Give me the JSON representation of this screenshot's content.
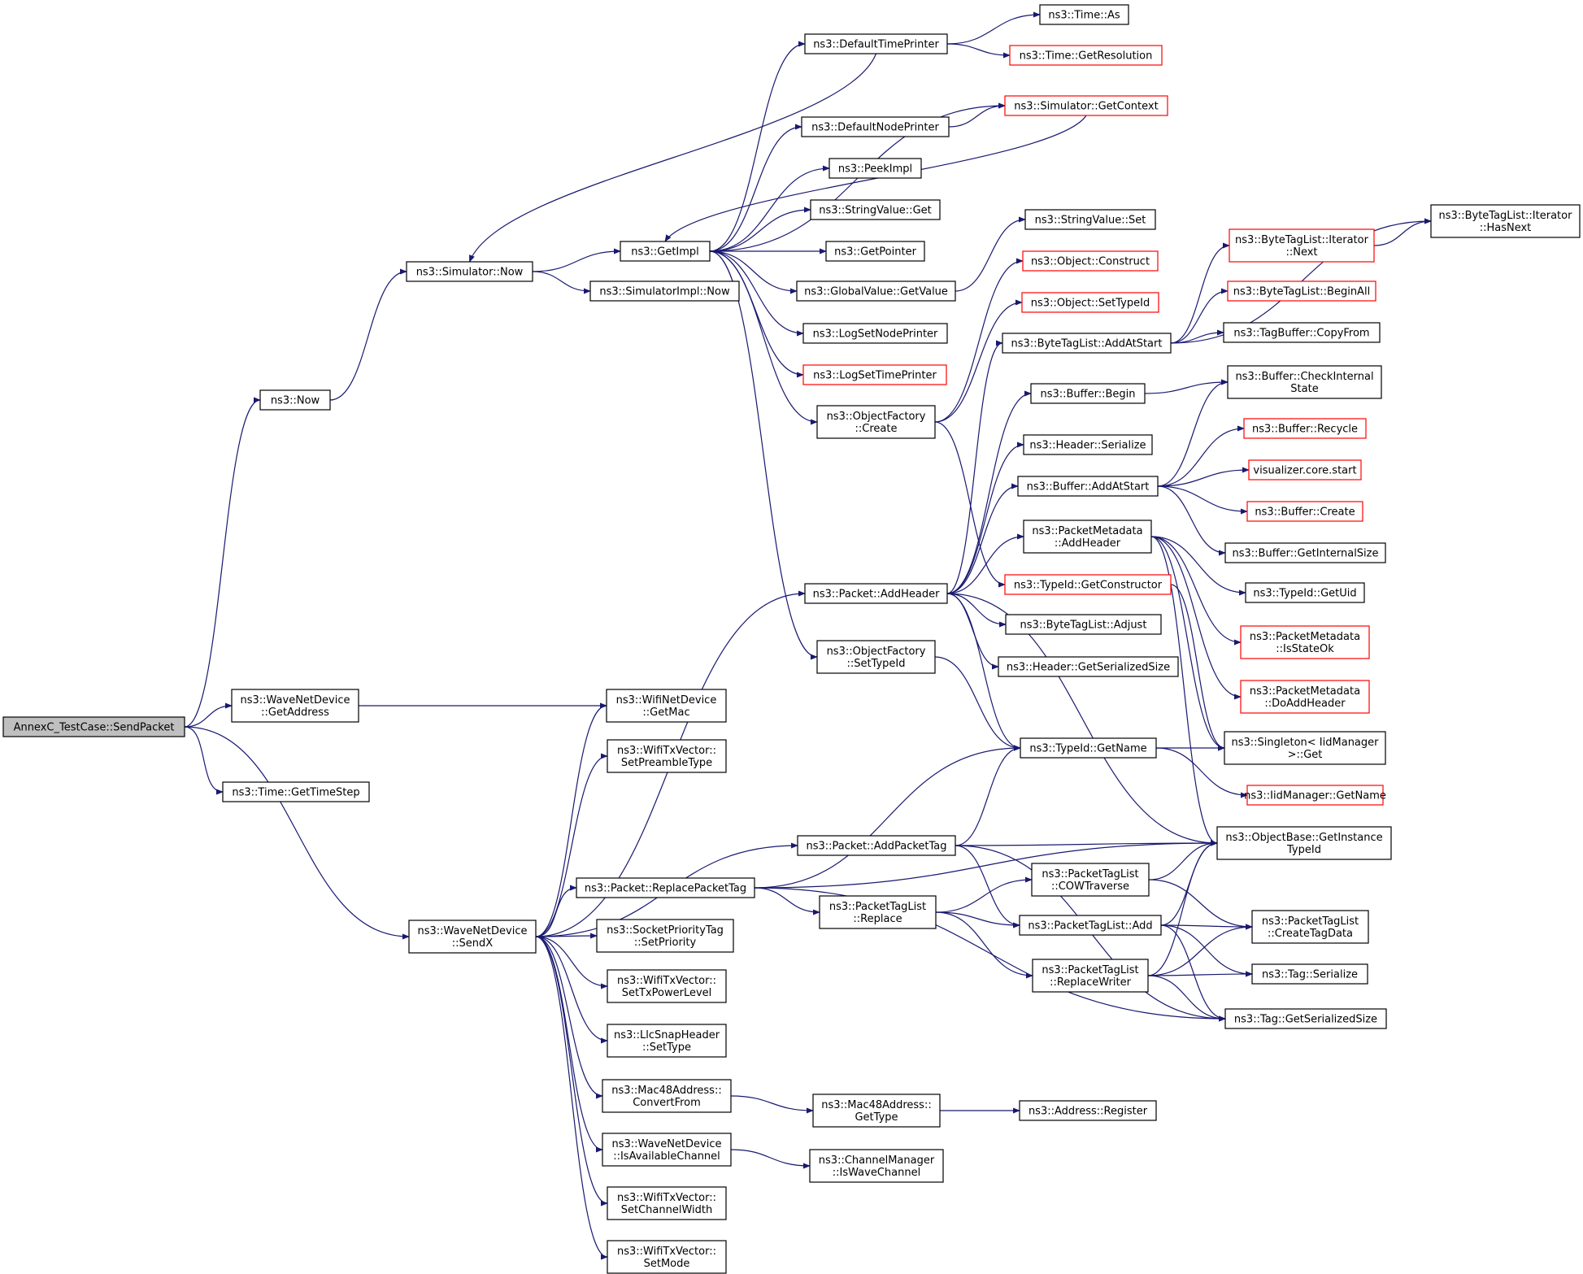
{
  "diagram": {
    "type": "call-graph",
    "colors": {
      "edge": "#191970",
      "border": "#000000",
      "truncated_border": "#ff0000",
      "root_fill": "#bfbfbf"
    },
    "nodes": [
      {
        "id": "root",
        "lines": [
          "AnnexC_TestCase::SendPacket"
        ],
        "style": "root"
      },
      {
        "id": "now",
        "lines": [
          "ns3::Now"
        ]
      },
      {
        "id": "simnow",
        "lines": [
          "ns3::Simulator::Now"
        ]
      },
      {
        "id": "getimpl",
        "lines": [
          "ns3::GetImpl"
        ]
      },
      {
        "id": "simimplnow",
        "lines": [
          "ns3::SimulatorImpl::Now"
        ]
      },
      {
        "id": "deftp",
        "lines": [
          "ns3::DefaultTimePrinter"
        ]
      },
      {
        "id": "timeas",
        "lines": [
          "ns3::Time::As"
        ]
      },
      {
        "id": "timegetres",
        "lines": [
          "ns3::Time::GetResolution"
        ],
        "style": "red"
      },
      {
        "id": "simgetctx",
        "lines": [
          "ns3::Simulator::GetContext"
        ],
        "style": "red"
      },
      {
        "id": "defnp",
        "lines": [
          "ns3::DefaultNodePrinter"
        ]
      },
      {
        "id": "peekimpl",
        "lines": [
          "ns3::PeekImpl"
        ]
      },
      {
        "id": "strvalget",
        "lines": [
          "ns3::StringValue::Get"
        ]
      },
      {
        "id": "getpointer",
        "lines": [
          "ns3::GetPointer"
        ]
      },
      {
        "id": "gvgetvalue",
        "lines": [
          "ns3::GlobalValue::GetValue"
        ]
      },
      {
        "id": "strvalset",
        "lines": [
          "ns3::StringValue::Set"
        ]
      },
      {
        "id": "logsetnp",
        "lines": [
          "ns3::LogSetNodePrinter"
        ]
      },
      {
        "id": "logsettp",
        "lines": [
          "ns3::LogSetTimePrinter"
        ],
        "style": "red"
      },
      {
        "id": "ofcreate",
        "lines": [
          "ns3::ObjectFactory",
          "::Create"
        ]
      },
      {
        "id": "objconstruct",
        "lines": [
          "ns3::Object::Construct"
        ],
        "style": "red"
      },
      {
        "id": "objsettypeid",
        "lines": [
          "ns3::Object::SetTypeId"
        ],
        "style": "red"
      },
      {
        "id": "btladdatstart",
        "lines": [
          "ns3::ByteTagList::AddAtStart"
        ]
      },
      {
        "id": "btlitnext",
        "lines": [
          "ns3::ByteTagList::Iterator",
          "::Next"
        ],
        "style": "red"
      },
      {
        "id": "btlithasnext",
        "lines": [
          "ns3::ByteTagList::Iterator",
          "::HasNext"
        ]
      },
      {
        "id": "btlbeginall",
        "lines": [
          "ns3::ByteTagList::BeginAll"
        ],
        "style": "red"
      },
      {
        "id": "tagbufcopy",
        "lines": [
          "ns3::TagBuffer::CopyFrom"
        ]
      },
      {
        "id": "bufbegin",
        "lines": [
          "ns3::Buffer::Begin"
        ]
      },
      {
        "id": "bufcheck",
        "lines": [
          "ns3::Buffer::CheckInternal",
          "State"
        ]
      },
      {
        "id": "hdrserialize",
        "lines": [
          "ns3::Header::Serialize"
        ]
      },
      {
        "id": "bufrecycle",
        "lines": [
          "ns3::Buffer::Recycle"
        ],
        "style": "red"
      },
      {
        "id": "bufaddatstart",
        "lines": [
          "ns3::Buffer::AddAtStart"
        ]
      },
      {
        "id": "vizstart",
        "lines": [
          "visualizer.core.start"
        ],
        "style": "red"
      },
      {
        "id": "bufcreate",
        "lines": [
          "ns3::Buffer::Create"
        ],
        "style": "red"
      },
      {
        "id": "pmaddheader",
        "lines": [
          "ns3::PacketMetadata",
          "::AddHeader"
        ]
      },
      {
        "id": "bufgetinternal",
        "lines": [
          "ns3::Buffer::GetInternalSize"
        ]
      },
      {
        "id": "tidgetctor",
        "lines": [
          "ns3::TypeId::GetConstructor"
        ],
        "style": "red"
      },
      {
        "id": "tidgetuid",
        "lines": [
          "ns3::TypeId::GetUid"
        ]
      },
      {
        "id": "pktaddheader",
        "lines": [
          "ns3::Packet::AddHeader"
        ]
      },
      {
        "id": "btladjust",
        "lines": [
          "ns3::ByteTagList::Adjust"
        ]
      },
      {
        "id": "pmisstateok",
        "lines": [
          "ns3::PacketMetadata",
          "::IsStateOk"
        ],
        "style": "red"
      },
      {
        "id": "hdrgetsersize",
        "lines": [
          "ns3::Header::GetSerializedSize"
        ]
      },
      {
        "id": "ofsettypeid",
        "lines": [
          "ns3::ObjectFactory",
          "::SetTypeId"
        ]
      },
      {
        "id": "pmdoaddheader",
        "lines": [
          "ns3::PacketMetadata",
          "::DoAddHeader"
        ],
        "style": "red"
      },
      {
        "id": "wndgetaddr",
        "lines": [
          "ns3::WaveNetDevice",
          "::GetAddress"
        ]
      },
      {
        "id": "wifigetmac",
        "lines": [
          "ns3::WifiNetDevice",
          "::GetMac"
        ]
      },
      {
        "id": "tidgetname",
        "lines": [
          "ns3::TypeId::GetName"
        ]
      },
      {
        "id": "singletonget",
        "lines": [
          "ns3::Singleton< IidManager",
          ">::Get"
        ]
      },
      {
        "id": "wifisetpreamble",
        "lines": [
          "ns3::WifiTxVector::",
          "SetPreambleType"
        ]
      },
      {
        "id": "timegetstep",
        "lines": [
          "ns3::Time::GetTimeStep"
        ]
      },
      {
        "id": "iidgetname",
        "lines": [
          "ns3::IidManager::GetName"
        ],
        "style": "red"
      },
      {
        "id": "pktaddpkttag",
        "lines": [
          "ns3::Packet::AddPacketTag"
        ]
      },
      {
        "id": "objbasegetinst",
        "lines": [
          "ns3::ObjectBase::GetInstance",
          "TypeId"
        ]
      },
      {
        "id": "ptlcow",
        "lines": [
          "ns3::PacketTagList",
          "::COWTraverse"
        ]
      },
      {
        "id": "pktreplacepkttag",
        "lines": [
          "ns3::Packet::ReplacePacketTag"
        ]
      },
      {
        "id": "ptlreplace",
        "lines": [
          "ns3::PacketTagList",
          "::Replace"
        ]
      },
      {
        "id": "wndsendx",
        "lines": [
          "ns3::WaveNetDevice",
          "::SendX"
        ]
      },
      {
        "id": "sockprioset",
        "lines": [
          "ns3::SocketPriorityTag",
          "::SetPriority"
        ]
      },
      {
        "id": "ptladd",
        "lines": [
          "ns3::PacketTagList::Add"
        ]
      },
      {
        "id": "ptlcreatetag",
        "lines": [
          "ns3::PacketTagList",
          "::CreateTagData"
        ]
      },
      {
        "id": "ptlrepwriter",
        "lines": [
          "ns3::PacketTagList",
          "::ReplaceWriter"
        ]
      },
      {
        "id": "tagserialize",
        "lines": [
          "ns3::Tag::Serialize"
        ]
      },
      {
        "id": "wifisettxpower",
        "lines": [
          "ns3::WifiTxVector::",
          "SetTxPowerLevel"
        ]
      },
      {
        "id": "taggetsersize",
        "lines": [
          "ns3::Tag::GetSerializedSize"
        ]
      },
      {
        "id": "llcsettype",
        "lines": [
          "ns3::LlcSnapHeader",
          "::SetType"
        ]
      },
      {
        "id": "macconvert",
        "lines": [
          "ns3::Mac48Address::",
          "ConvertFrom"
        ]
      },
      {
        "id": "macgettype",
        "lines": [
          "ns3::Mac48Address::",
          "GetType"
        ]
      },
      {
        "id": "addrregister",
        "lines": [
          "ns3::Address::Register"
        ]
      },
      {
        "id": "wndisavail",
        "lines": [
          "ns3::WaveNetDevice",
          "::IsAvailableChannel"
        ]
      },
      {
        "id": "chmgriswave",
        "lines": [
          "ns3::ChannelManager",
          "::IsWaveChannel"
        ]
      },
      {
        "id": "wifisetwidth",
        "lines": [
          "ns3::WifiTxVector::",
          "SetChannelWidth"
        ]
      },
      {
        "id": "wifisetmode",
        "lines": [
          "ns3::WifiTxVector::",
          "SetMode"
        ]
      }
    ],
    "edges": [
      [
        "root",
        "now"
      ],
      [
        "root",
        "wndgetaddr"
      ],
      [
        "root",
        "timegetstep"
      ],
      [
        "root",
        "wndsendx"
      ],
      [
        "now",
        "simnow"
      ],
      [
        "simnow",
        "getimpl"
      ],
      [
        "simnow",
        "simimplnow"
      ],
      [
        "getimpl",
        "deftp"
      ],
      [
        "getimpl",
        "simgetctx"
      ],
      [
        "getimpl",
        "defnp"
      ],
      [
        "getimpl",
        "peekimpl"
      ],
      [
        "getimpl",
        "strvalget"
      ],
      [
        "getimpl",
        "getpointer"
      ],
      [
        "getimpl",
        "gvgetvalue"
      ],
      [
        "getimpl",
        "logsetnp"
      ],
      [
        "getimpl",
        "logsettp"
      ],
      [
        "getimpl",
        "ofcreate"
      ],
      [
        "getimpl",
        "ofsettypeid"
      ],
      [
        "deftp",
        "timeas"
      ],
      [
        "deftp",
        "timegetres"
      ],
      [
        "deftp",
        "simnow"
      ],
      [
        "simgetctx",
        "getimpl"
      ],
      [
        "defnp",
        "simgetctx"
      ],
      [
        "gvgetvalue",
        "strvalset"
      ],
      [
        "ofcreate",
        "objconstruct"
      ],
      [
        "ofcreate",
        "objsettypeid"
      ],
      [
        "ofcreate",
        "tidgetctor"
      ],
      [
        "ofsettypeid",
        "tidgetname"
      ],
      [
        "btladdatstart",
        "btlitnext"
      ],
      [
        "btladdatstart",
        "btlithasnext"
      ],
      [
        "btladdatstart",
        "btlbeginall"
      ],
      [
        "btladdatstart",
        "tagbufcopy"
      ],
      [
        "btlitnext",
        "btlithasnext"
      ],
      [
        "bufbegin",
        "bufcheck"
      ],
      [
        "bufaddatstart",
        "bufcheck"
      ],
      [
        "bufaddatstart",
        "bufrecycle"
      ],
      [
        "bufaddatstart",
        "vizstart"
      ],
      [
        "bufaddatstart",
        "bufcreate"
      ],
      [
        "bufaddatstart",
        "bufgetinternal"
      ],
      [
        "pmaddheader",
        "tidgetuid"
      ],
      [
        "pmaddheader",
        "pmisstateok"
      ],
      [
        "pmaddheader",
        "pmdoaddheader"
      ],
      [
        "pmaddheader",
        "singletonget"
      ],
      [
        "pmaddheader",
        "objbasegetinst"
      ],
      [
        "tidgetctor",
        "singletonget"
      ],
      [
        "pktaddheader",
        "btladdatstart"
      ],
      [
        "pktaddheader",
        "bufbegin"
      ],
      [
        "pktaddheader",
        "hdrserialize"
      ],
      [
        "pktaddheader",
        "bufaddatstart"
      ],
      [
        "pktaddheader",
        "pmaddheader"
      ],
      [
        "pktaddheader",
        "btladjust"
      ],
      [
        "pktaddheader",
        "hdrgetsersize"
      ],
      [
        "pktaddheader",
        "tidgetname"
      ],
      [
        "pktaddheader",
        "objbasegetinst"
      ],
      [
        "wndgetaddr",
        "wifigetmac"
      ],
      [
        "tidgetname",
        "singletonget"
      ],
      [
        "tidgetname",
        "iidgetname"
      ],
      [
        "pktaddpkttag",
        "tidgetname"
      ],
      [
        "pktaddpkttag",
        "objbasegetinst"
      ],
      [
        "pktaddpkttag",
        "ptladd"
      ],
      [
        "pktaddpkttag",
        "taggetsersize"
      ],
      [
        "ptlcow",
        "objbasegetinst"
      ],
      [
        "ptlcow",
        "ptlcreatetag"
      ],
      [
        "pktreplacepkttag",
        "tidgetname"
      ],
      [
        "pktreplacepkttag",
        "objbasegetinst"
      ],
      [
        "pktreplacepkttag",
        "ptlreplace"
      ],
      [
        "pktreplacepkttag",
        "taggetsersize"
      ],
      [
        "ptlreplace",
        "ptlcow"
      ],
      [
        "ptlreplace",
        "ptladd"
      ],
      [
        "ptlreplace",
        "ptlrepwriter"
      ],
      [
        "ptladd",
        "objbasegetinst"
      ],
      [
        "ptladd",
        "ptlcreatetag"
      ],
      [
        "ptladd",
        "tagserialize"
      ],
      [
        "ptladd",
        "taggetsersize"
      ],
      [
        "ptlrepwriter",
        "objbasegetinst"
      ],
      [
        "ptlrepwriter",
        "ptlcreatetag"
      ],
      [
        "ptlrepwriter",
        "tagserialize"
      ],
      [
        "ptlrepwriter",
        "taggetsersize"
      ],
      [
        "wndsendx",
        "wifigetmac"
      ],
      [
        "wndsendx",
        "wifisetpreamble"
      ],
      [
        "wndsendx",
        "pktaddheader"
      ],
      [
        "wndsendx",
        "pktaddpkttag"
      ],
      [
        "wndsendx",
        "pktreplacepkttag"
      ],
      [
        "wndsendx",
        "sockprioset"
      ],
      [
        "wndsendx",
        "wifisettxpower"
      ],
      [
        "wndsendx",
        "llcsettype"
      ],
      [
        "wndsendx",
        "macconvert"
      ],
      [
        "wndsendx",
        "wndisavail"
      ],
      [
        "wndsendx",
        "wifisetwidth"
      ],
      [
        "wndsendx",
        "wifisetmode"
      ],
      [
        "macconvert",
        "macgettype"
      ],
      [
        "macgettype",
        "addrregister"
      ],
      [
        "wndisavail",
        "chmgriswave"
      ]
    ]
  }
}
